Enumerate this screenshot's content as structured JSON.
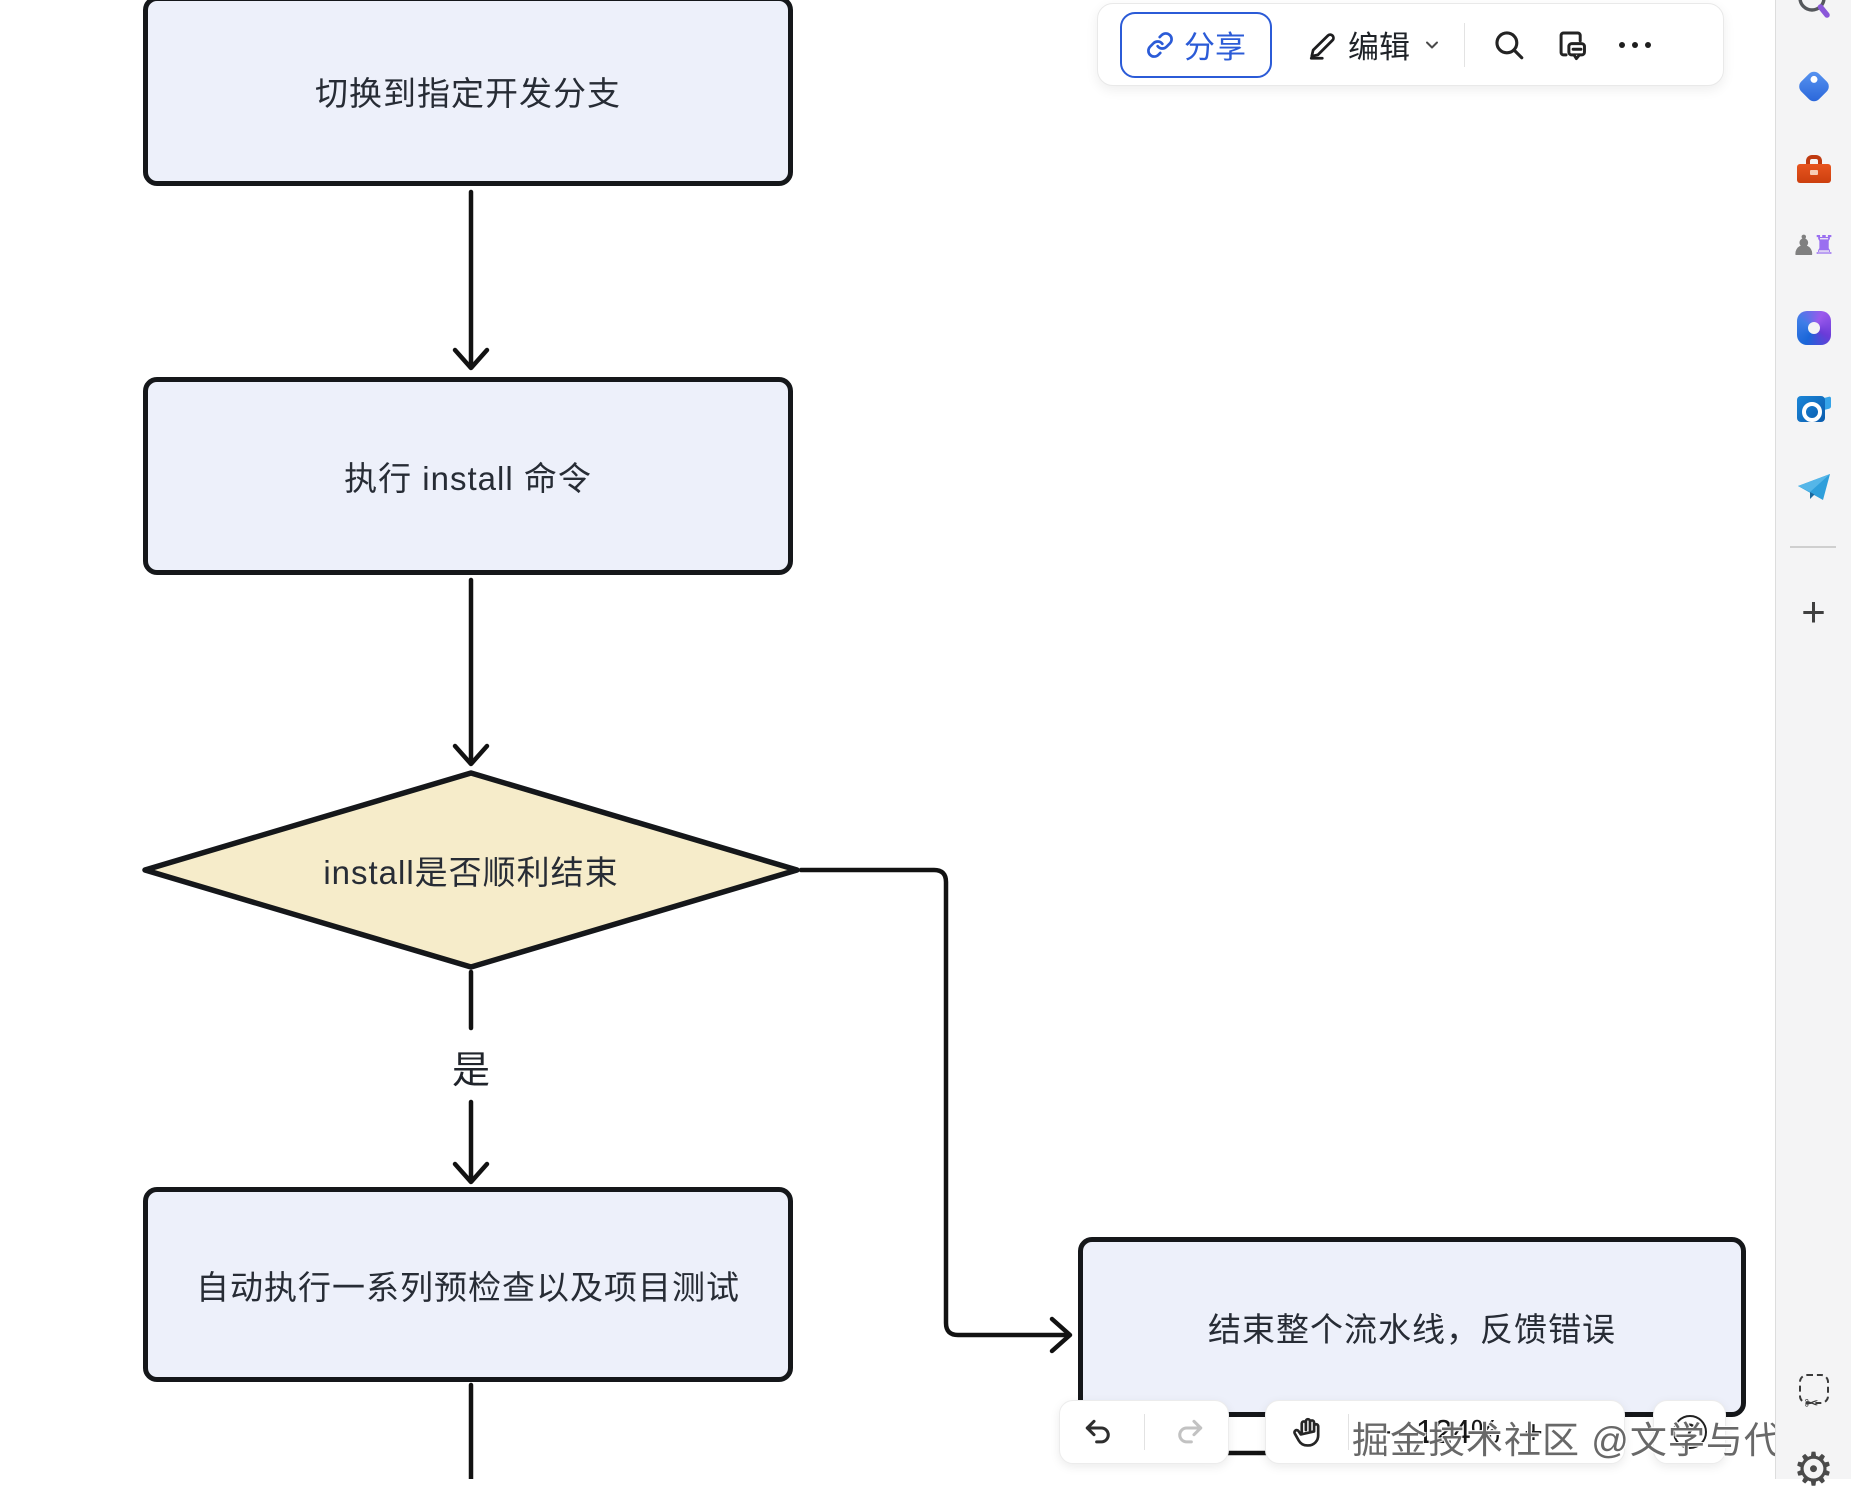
{
  "flowchart": {
    "nodes": [
      {
        "id": "step1",
        "type": "process",
        "label": "切换到指定开发分支"
      },
      {
        "id": "step2",
        "type": "process",
        "label": "执行 install 命令"
      },
      {
        "id": "decision1",
        "type": "decision",
        "label": "install是否顺利结束"
      },
      {
        "id": "step3",
        "type": "process",
        "label": "自动执行一系列预检查以及项目测试"
      },
      {
        "id": "end_error",
        "type": "process",
        "label": "结束整个流水线，反馈错误"
      }
    ],
    "edges": [
      {
        "from": "step1",
        "to": "step2",
        "label": ""
      },
      {
        "from": "step2",
        "to": "decision1",
        "label": ""
      },
      {
        "from": "decision1",
        "to": "step3",
        "label": "是"
      },
      {
        "from": "decision1",
        "to": "end_error",
        "label": ""
      },
      {
        "from": "step3",
        "to": "offscreen-bottom",
        "label": ""
      }
    ],
    "colors": {
      "process_fill": "#EDF0FA",
      "decision_fill": "#F6ECCA",
      "border": "#15171A",
      "text": "#272C35"
    }
  },
  "top_toolbar": {
    "share_label": "分享",
    "edit_label": "编辑",
    "icons": [
      "link-icon",
      "pencil-icon",
      "chevron-down-icon",
      "search-icon",
      "comment-feedback-icon",
      "more-icon"
    ]
  },
  "bottom_toolbar": {
    "minus": "−",
    "zoom_level": "124%",
    "plus": "+",
    "help": "?",
    "icons": [
      "undo-icon",
      "redo-icon",
      "hand-icon"
    ]
  },
  "watermark": "掘金技术社区 @文学与代码",
  "edge_sidebar": {
    "icons": [
      "bing-search-icon",
      "shopping-tag-icon",
      "toolbox-icon",
      "games-chess-icon",
      "microsoft-365-icon",
      "outlook-icon",
      "telegram-icon",
      "add-icon",
      "web-capture-icon",
      "settings-gear-icon"
    ]
  },
  "accent_blue": "#2B5BD7"
}
